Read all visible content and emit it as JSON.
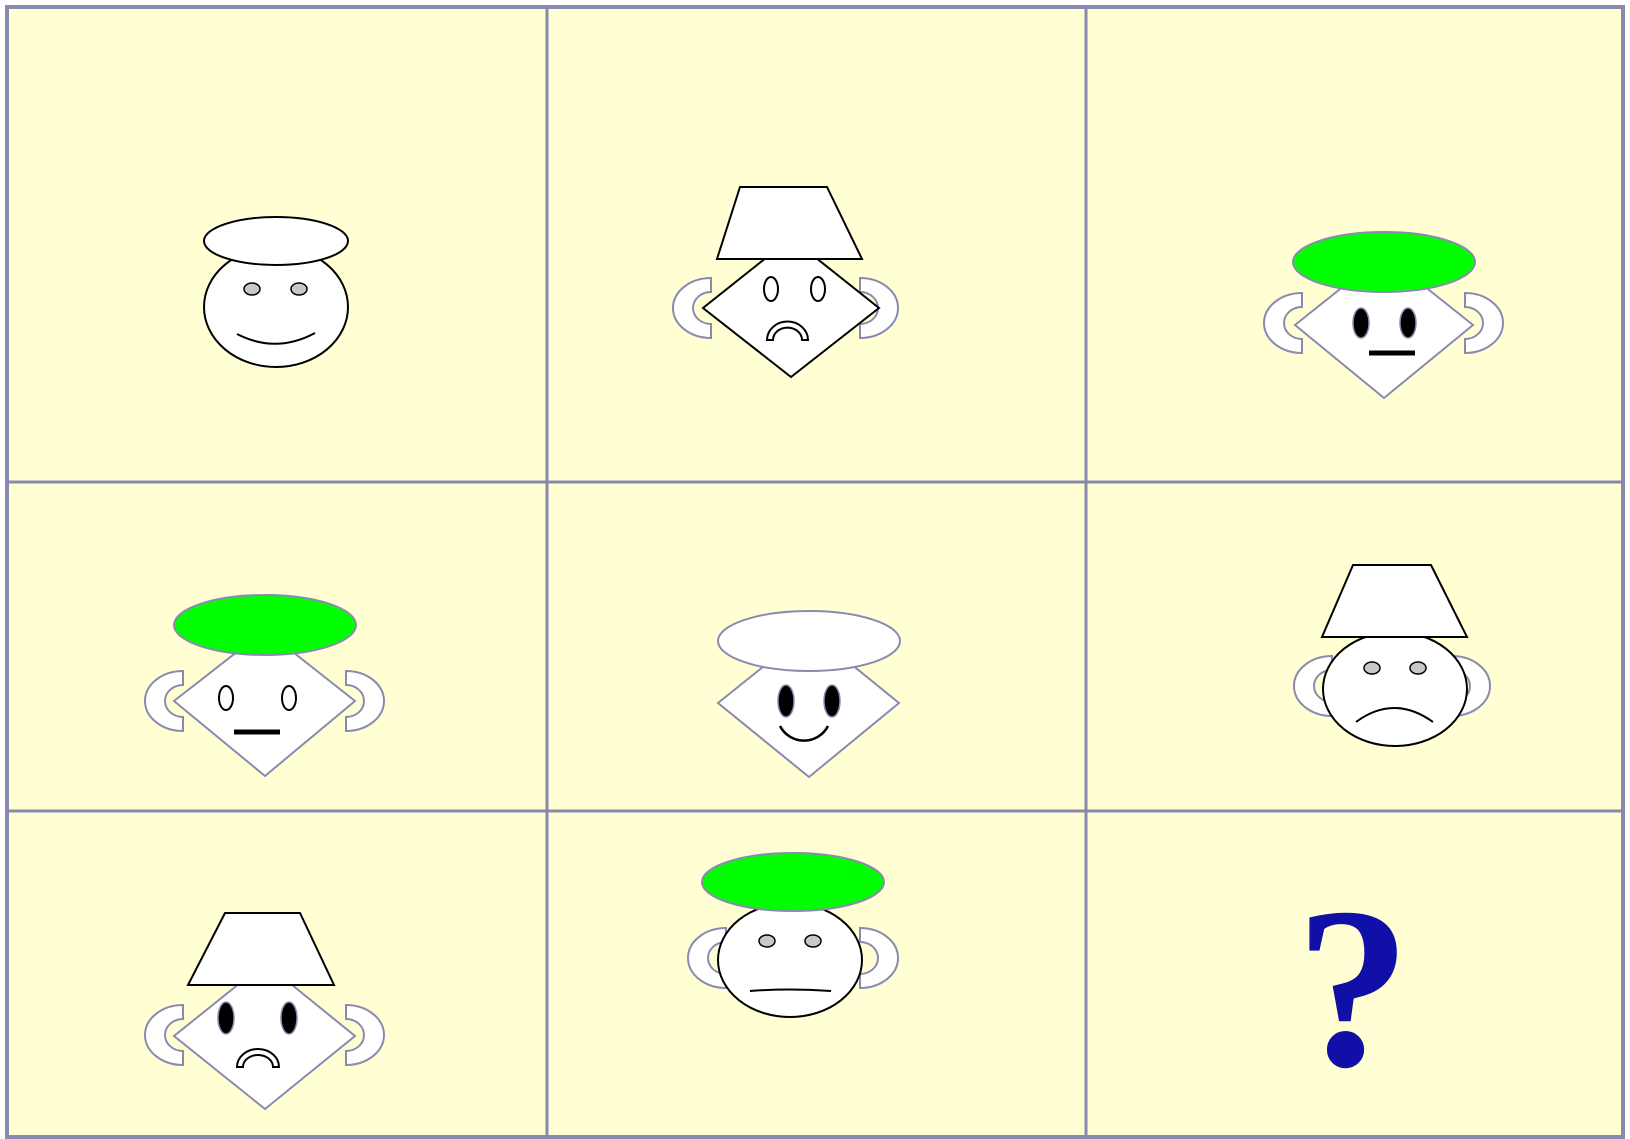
{
  "puzzle": {
    "background_color": "#ffffd3",
    "grid_line_color": "#8a8ab0",
    "hat_green": "#00ff00",
    "question_color": "#1010a8",
    "cells": [
      {
        "face": "round",
        "hat": "oval",
        "hat_color": "white",
        "ears": false,
        "eyes": "small-gray",
        "mouth": "smile"
      },
      {
        "face": "diamond",
        "hat": "trapezoid",
        "hat_color": "white",
        "ears": true,
        "eyes": "outline",
        "mouth": "frown"
      },
      {
        "face": "diamond",
        "hat": "oval",
        "hat_color": "green",
        "ears": true,
        "eyes": "black",
        "mouth": "straight"
      },
      {
        "face": "diamond",
        "hat": "oval",
        "hat_color": "green",
        "ears": true,
        "eyes": "outline",
        "mouth": "straight"
      },
      {
        "face": "diamond",
        "hat": "oval",
        "hat_color": "white",
        "ears": false,
        "eyes": "black",
        "mouth": "smile"
      },
      {
        "face": "round",
        "hat": "trapezoid",
        "hat_color": "white",
        "ears": true,
        "eyes": "small-gray",
        "mouth": "frown"
      },
      {
        "face": "diamond",
        "hat": "trapezoid",
        "hat_color": "white",
        "ears": true,
        "eyes": "black",
        "mouth": "frown"
      },
      {
        "face": "round",
        "hat": "oval",
        "hat_color": "green",
        "ears": true,
        "eyes": "small-gray",
        "mouth": "straight"
      },
      {
        "is_missing": true
      }
    ],
    "missing_cell_text": "?"
  }
}
